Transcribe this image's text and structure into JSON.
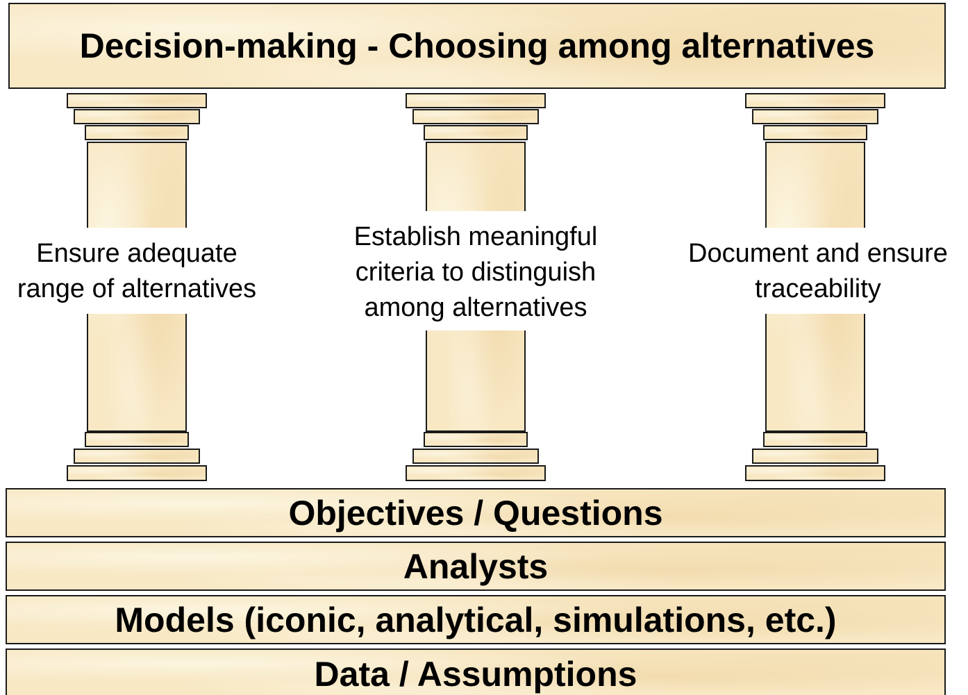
{
  "roof": {
    "title": "Decision-making - Choosing among alternatives"
  },
  "pillars": [
    {
      "label_lines": [
        "Ensure adequate",
        "range of alternatives"
      ]
    },
    {
      "label_lines": [
        "Establish meaningful",
        "criteria to distinguish",
        "among alternatives"
      ]
    },
    {
      "label_lines": [
        "Document and ensure",
        "traceability"
      ]
    }
  ],
  "foundation": {
    "layers": [
      "Objectives / Questions",
      "Analysts",
      "Models (iconic, analytical, simulations, etc.)",
      "Data / Assumptions"
    ]
  },
  "colors": {
    "parchment": "#f8e8c4",
    "outline": "#1a1a1a",
    "text": "#000000"
  }
}
